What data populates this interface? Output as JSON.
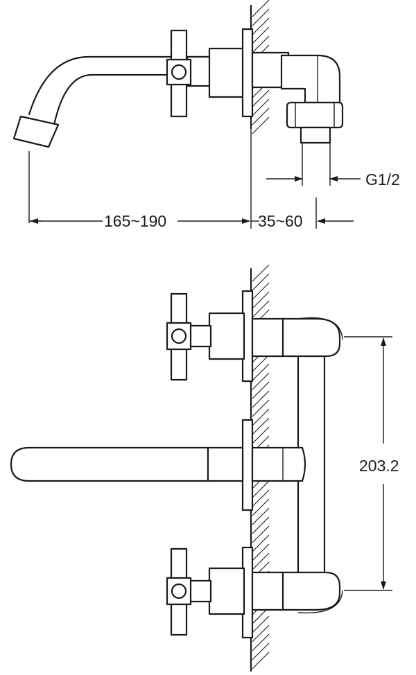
{
  "top_view": {
    "dim_reach": "165~190",
    "dim_depth": "35~60",
    "dim_thread": "G1/2"
  },
  "front_view": {
    "dim_centers": "203.2"
  }
}
